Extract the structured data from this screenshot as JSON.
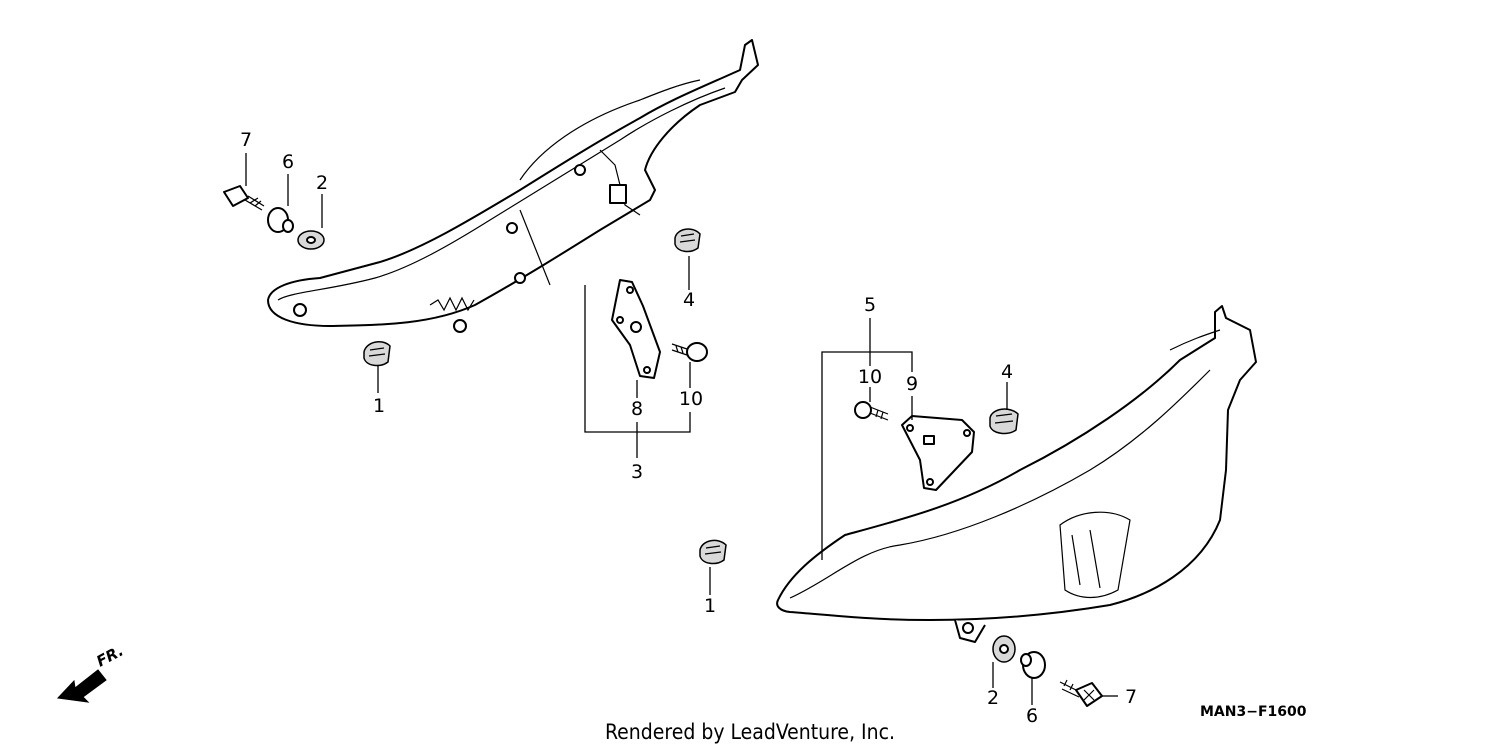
{
  "callouts": {
    "left_1": "1",
    "left_2": "2",
    "left_3": "3",
    "left_4": "4",
    "left_6": "6",
    "left_7": "7",
    "left_8": "8",
    "left_10": "10",
    "right_1": "1",
    "right_2": "2",
    "right_4": "4",
    "right_5": "5",
    "right_6": "6",
    "right_7": "7",
    "right_9": "9",
    "right_10": "10"
  },
  "direction_label": "FR.",
  "diagram_code": "MAN3−F1600",
  "credit": "Rendered by LeadVenture, Inc.",
  "colors": {
    "line": "#000000",
    "background": "#ffffff"
  }
}
